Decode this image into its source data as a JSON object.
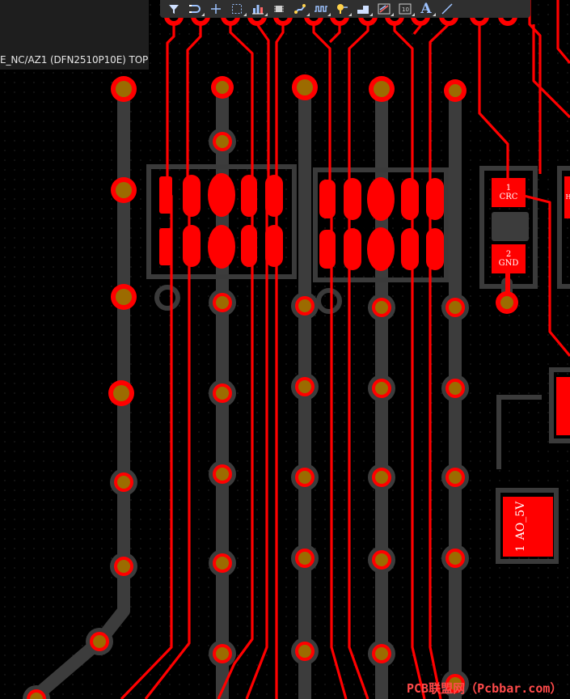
{
  "status": {
    "component_info": "E_NC/AZ1 (DFN2510P10E) TOP"
  },
  "toolbar": {
    "items": [
      {
        "icon": "filter-icon"
      },
      {
        "icon": "route-icon"
      },
      {
        "icon": "crosshair-icon"
      },
      {
        "icon": "select-rect-icon"
      },
      {
        "icon": "bar-graph-icon"
      },
      {
        "icon": "component-icon"
      },
      {
        "icon": "interactive-route-icon"
      },
      {
        "icon": "length-tune-icon"
      },
      {
        "icon": "pin-icon"
      },
      {
        "icon": "polygon-icon"
      },
      {
        "icon": "diff-pair-icon"
      },
      {
        "icon": "dimension-icon"
      },
      {
        "icon": "text-icon",
        "glyph": "A"
      },
      {
        "icon": "line-icon"
      }
    ]
  },
  "pads": {
    "crc_num": "1",
    "crc_net": "CRC",
    "gnd_num": "2",
    "gnd_net": "GND",
    "ao_num": "1",
    "ao_net": "AO_5V",
    "cut_letter": "H"
  },
  "watermark": "PCB联盟网（Pcbbar.com）",
  "colors": {
    "top_copper": "#ff0000",
    "bottom_copper": "#3c3c3c",
    "via_hole": "#9c6b00",
    "background": "#000000"
  }
}
